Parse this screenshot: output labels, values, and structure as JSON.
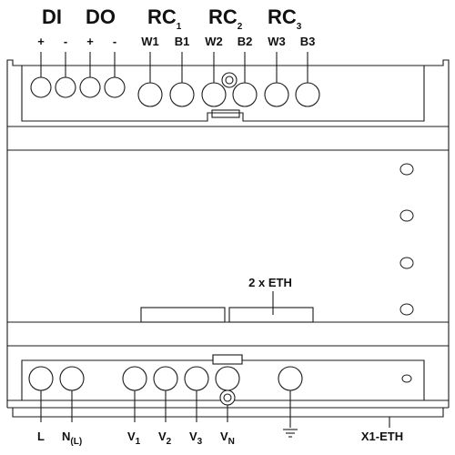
{
  "groups": {
    "di": "DI",
    "do": "DO",
    "rc1": {
      "base": "RC",
      "sub": "1"
    },
    "rc2": {
      "base": "RC",
      "sub": "2"
    },
    "rc3": {
      "base": "RC",
      "sub": "3"
    }
  },
  "top_terminals": [
    "+",
    "-",
    "+",
    "-",
    "W1",
    "B1",
    "W2",
    "B2",
    "W3",
    "B3"
  ],
  "eth_label": "2 x ETH",
  "bottom_terminals": {
    "l": "L",
    "nl": {
      "base": "N",
      "sub": "(L)"
    },
    "v1": {
      "base": "V",
      "sub": "1"
    },
    "v2": {
      "base": "V",
      "sub": "2"
    },
    "v3": {
      "base": "V",
      "sub": "3"
    },
    "vn": {
      "base": "V",
      "sub": "N"
    },
    "ground_icon": "ground-icon",
    "x1eth": "X1-ETH"
  }
}
